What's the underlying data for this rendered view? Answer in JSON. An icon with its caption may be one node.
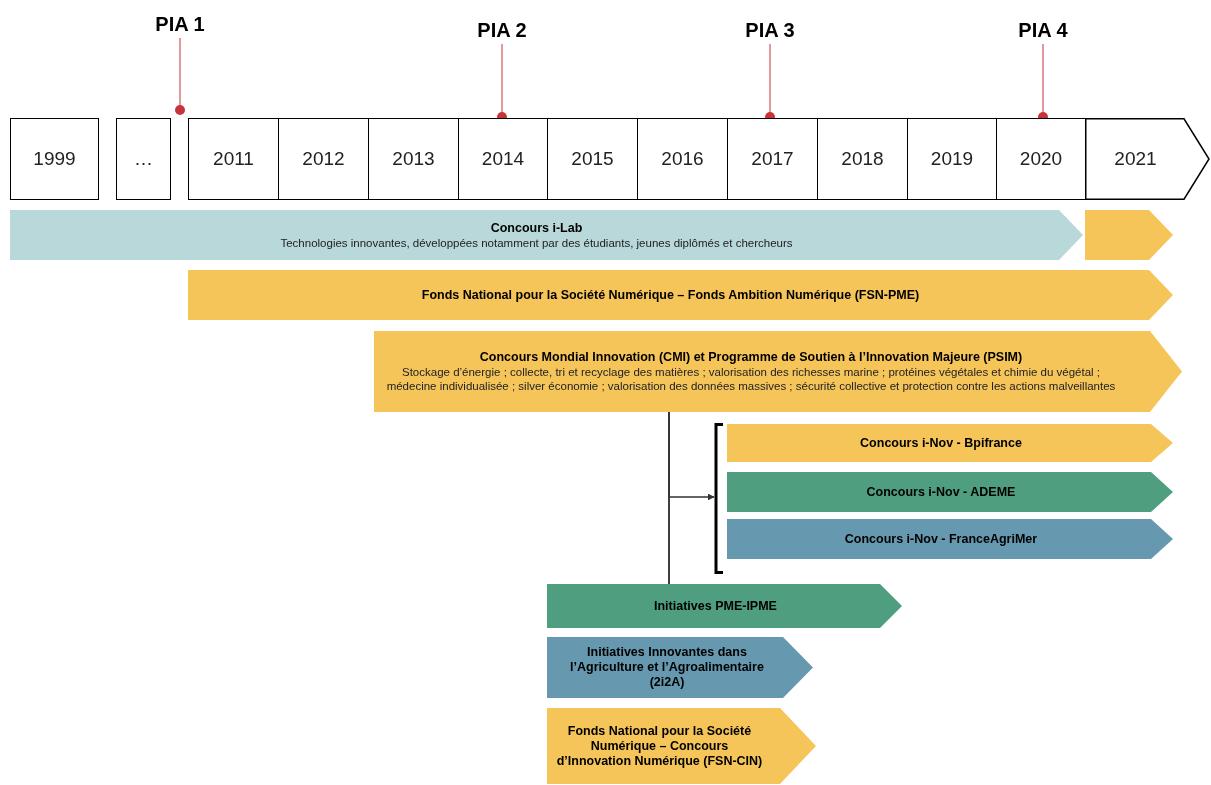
{
  "diagram": {
    "nodes": [
      {
        "text": [
          "PIA 1"
        ]
      },
      {
        "text": [
          "PIA 2"
        ]
      },
      {
        "text": [
          "PIA 3"
        ]
      },
      {
        "text": [
          "PIA 4"
        ]
      },
      {
        "text": [],
        "shape": "circle"
      },
      {
        "text": [],
        "shape": "circle"
      },
      {
        "text": [],
        "shape": "circle"
      },
      {
        "text": [],
        "shape": "circle"
      },
      {
        "text": [
          "1999"
        ]
      },
      {
        "text": [
          "…"
        ]
      },
      {
        "text": [
          "2011"
        ]
      },
      {
        "text": [
          "2012"
        ]
      },
      {
        "text": [
          "2013"
        ]
      },
      {
        "text": [
          "2014"
        ]
      },
      {
        "text": [
          "2015"
        ]
      },
      {
        "text": [
          "2016"
        ]
      },
      {
        "text": [
          "2017"
        ]
      },
      {
        "text": [
          "2018"
        ]
      },
      {
        "text": [
          "2019"
        ]
      },
      {
        "text": [
          "2020"
        ]
      },
      {
        "text": [
          "2021"
        ]
      },
      {
        "text": [
          "Concours i-Lab",
          "Technologies innovantes, développées notamment par des étudiants, jeunes diplômés et chercheurs"
        ]
      },
      {
        "text": [],
        "shape": "chevron"
      },
      {
        "text": [
          "Fonds National pour la Société Numérique – Fonds Ambition Numérique (FSN-PME)"
        ]
      },
      {
        "text": [
          "Concours Mondial Innovation (CMI) et Programme de Soutien à l’Innovation Majeure (PSIM)",
          "Stockage d’énergie ; collecte, tri et recyclage des matières ; valorisation des richesses marine ; protéines végétales et chimie du végétal ; médecine individualisée ; silver économie ; valorisation des données massives ; sécurité collective et protection contre les actions malveillantes"
        ]
      },
      {
        "text": [],
        "shape": "bracket"
      },
      {
        "text": [
          "Concours i-Nov - Bpifrance"
        ]
      },
      {
        "text": [
          "Concours i-Nov - ADEME"
        ]
      },
      {
        "text": [
          "Concours i-Nov - FranceAgriMer"
        ]
      },
      {
        "text": [
          "Initiatives PME-IPME"
        ]
      },
      {
        "text": [
          "Initiatives Innovantes dans l’Agriculture et l’Agroalimentaire (2i2A)"
        ]
      },
      {
        "text": [
          "Fonds National pour la Société Numérique – Concours d’Innovation Numérique (FSN-CIN)"
        ]
      }
    ],
    "edges": [
      {
        "from": 0,
        "to": 4,
        "arrow": "none",
        "color": "#c8343b"
      },
      {
        "from": 1,
        "to": 5,
        "arrow": "none",
        "color": "#c8343b"
      },
      {
        "from": 2,
        "to": 6,
        "arrow": "none",
        "color": "#c8343b"
      },
      {
        "from": 3,
        "to": 7,
        "arrow": "none",
        "color": "#c8343b"
      },
      {
        "from": 24,
        "to": 29,
        "arrow": "none",
        "color": "#000000"
      },
      {
        "from": 24,
        "to": 25,
        "arrow": "to",
        "color": "#333333"
      }
    ]
  }
}
